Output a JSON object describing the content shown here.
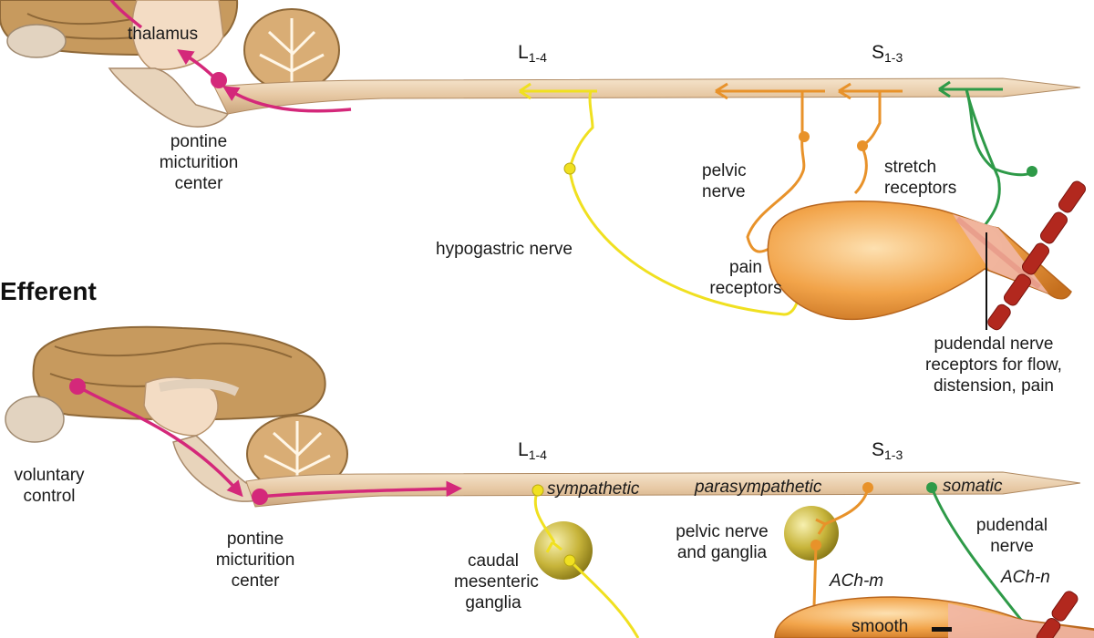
{
  "heading": {
    "efferent": "Efferent"
  },
  "afferent": {
    "thalamus": "thalamus",
    "pontine_center": "pontine\nmicturition\ncenter",
    "segment_lumbar": {
      "main": "L",
      "sub": "1-4"
    },
    "segment_sacral": {
      "main": "S",
      "sub": "1-3"
    },
    "pelvic_nerve": "pelvic\nnerve",
    "stretch_receptors": "stretch\nreceptors",
    "hypogastric_nerve": "hypogastric nerve",
    "pain_receptors": "pain\nreceptors",
    "pudendal_receptors": "pudendal nerve\nreceptors for flow,\ndistension, pain"
  },
  "efferent": {
    "voluntary_control": "voluntary\ncontrol",
    "pontine_center": "pontine\nmicturition\ncenter",
    "segment_lumbar": {
      "main": "L",
      "sub": "1-4"
    },
    "segment_sacral": {
      "main": "S",
      "sub": "1-3"
    },
    "sympathetic": "sympathetic",
    "parasympathetic": "parasympathetic",
    "somatic": "somatic",
    "caudal_ganglia": "caudal\nmesenteric\nganglia",
    "pelvic_ganglia": "pelvic nerve\nand ganglia",
    "ach_m": "ACh-m",
    "pudendal_nerve": "pudendal\nnerve",
    "ach_n": "ACh-n",
    "smooth": "smooth"
  },
  "colors": {
    "sympathetic": "#f0e020",
    "parasympathetic": "#e8922a",
    "somatic": "#2e9a48",
    "central_pathway": "#d4287a",
    "cord": "#e9cfb0",
    "brain": "#c79a5e",
    "bladder": "#f2a44a",
    "muscle": "#b2281e"
  }
}
